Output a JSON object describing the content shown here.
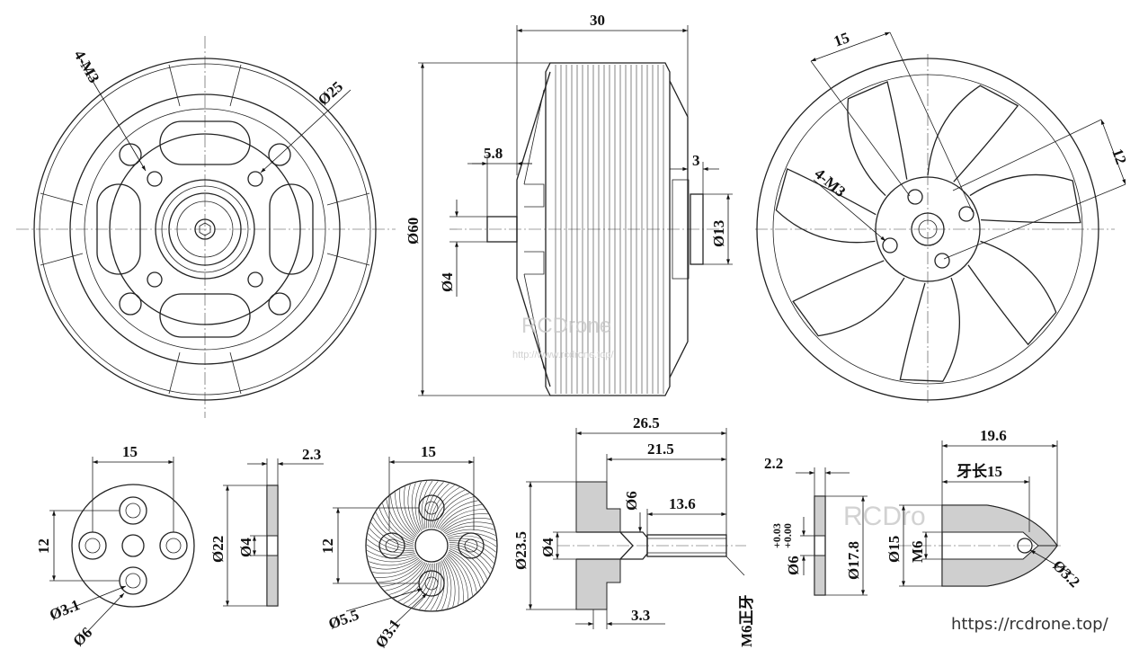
{
  "dimensions": {
    "front_view": {
      "holes": "4-M3",
      "diameter": "Ø25"
    },
    "side_view": {
      "length": "30",
      "shaft_extension": "5.8",
      "rear_offset": "3",
      "outer_diameter": "Ø60",
      "shaft_diameter": "Ø4",
      "rear_hub_diameter": "Ø13"
    },
    "rear_view": {
      "spacing_a": "15",
      "spacing_b": "12",
      "holes": "4-M3"
    },
    "mount_plate": {
      "width": "15",
      "height": "12",
      "hole_small": "Ø3.1",
      "hole_large": "Ø6"
    },
    "spacer": {
      "thickness": "2.3",
      "outer": "Ø22",
      "inner": "Ø4"
    },
    "knurled_plate": {
      "width": "15",
      "height": "12",
      "hole_large": "Ø5.5",
      "hole_small": "Ø3.1"
    },
    "prop_adapter": {
      "overall": "26.5",
      "body": "21.5",
      "thread_len": "13.6",
      "base": "3.3",
      "flange": "Ø23.5",
      "bore": "Ø4",
      "shaft": "Ø6",
      "thread": "M6正牙"
    },
    "washer": {
      "thickness": "2.2",
      "inner": "Ø6",
      "tol_upper": "+0.03",
      "tol_lower": "+0.00",
      "outer": "Ø17.8"
    },
    "prop_nut": {
      "length": "19.6",
      "thread_length": "牙长15",
      "diameter": "Ø15",
      "thread": "M6",
      "cross_hole": "Ø3.2"
    }
  },
  "watermark": {
    "brand": "RCDrone",
    "brand_alt": "RCDro",
    "url_small": "http://www.rcdrone.top/"
  },
  "site_url": "https://rcdrone.top/"
}
